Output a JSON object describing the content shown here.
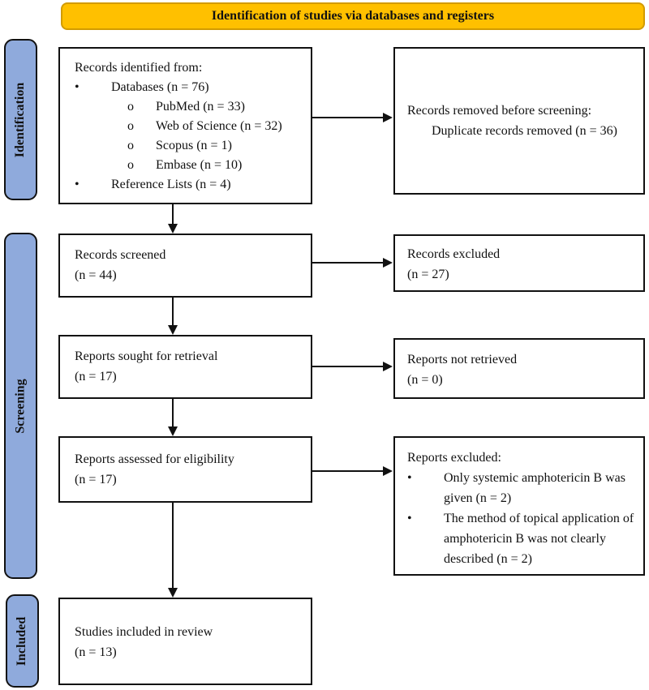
{
  "banner": {
    "title": "Identification of studies via databases and registers",
    "bg_color": "#FFC000",
    "border_color": "#D29B00"
  },
  "sidebar": {
    "bg_color": "#8FAADC",
    "stages": [
      {
        "label": "Identification"
      },
      {
        "label": "Screening"
      },
      {
        "label": "Included"
      }
    ]
  },
  "flow": {
    "identified": {
      "intro": "Records identified from:",
      "bullets": [
        {
          "marker": "•",
          "text": "Databases (n = 76)"
        },
        {
          "marker": "o",
          "text": "PubMed (n = 33)"
        },
        {
          "marker": "o",
          "text": "Web of Science (n = 32)"
        },
        {
          "marker": "o",
          "text": "Scopus (n = 1)"
        },
        {
          "marker": "o",
          "text": "Embase (n = 10)"
        },
        {
          "marker": "•",
          "text": "Reference Lists (n = 4)"
        }
      ]
    },
    "removed": {
      "line1": "Records removed before screening:",
      "line2": "Duplicate records removed (n = 36)"
    },
    "screened": {
      "line1": "Records screened",
      "line2": "(n = 44)"
    },
    "excl_records": {
      "line1": "Records excluded",
      "line2": "(n = 27)"
    },
    "sought": {
      "line1": "Reports sought for retrieval",
      "line2": "(n = 17)"
    },
    "not_retrieved": {
      "line1": "Reports not retrieved",
      "line2": "(n = 0)"
    },
    "assessed": {
      "line1": "Reports assessed for eligibility",
      "line2": "(n = 17)"
    },
    "excl_reports": {
      "intro": "Reports excluded:",
      "bullets": [
        {
          "marker": "•",
          "text": "Only systemic amphotericin B was given (n = 2)"
        },
        {
          "marker": "•",
          "text": "The method of topical application of amphotericin B was not clearly described (n = 2)"
        }
      ]
    },
    "included": {
      "line1": "Studies included in review",
      "line2": "(n = 13)"
    }
  }
}
